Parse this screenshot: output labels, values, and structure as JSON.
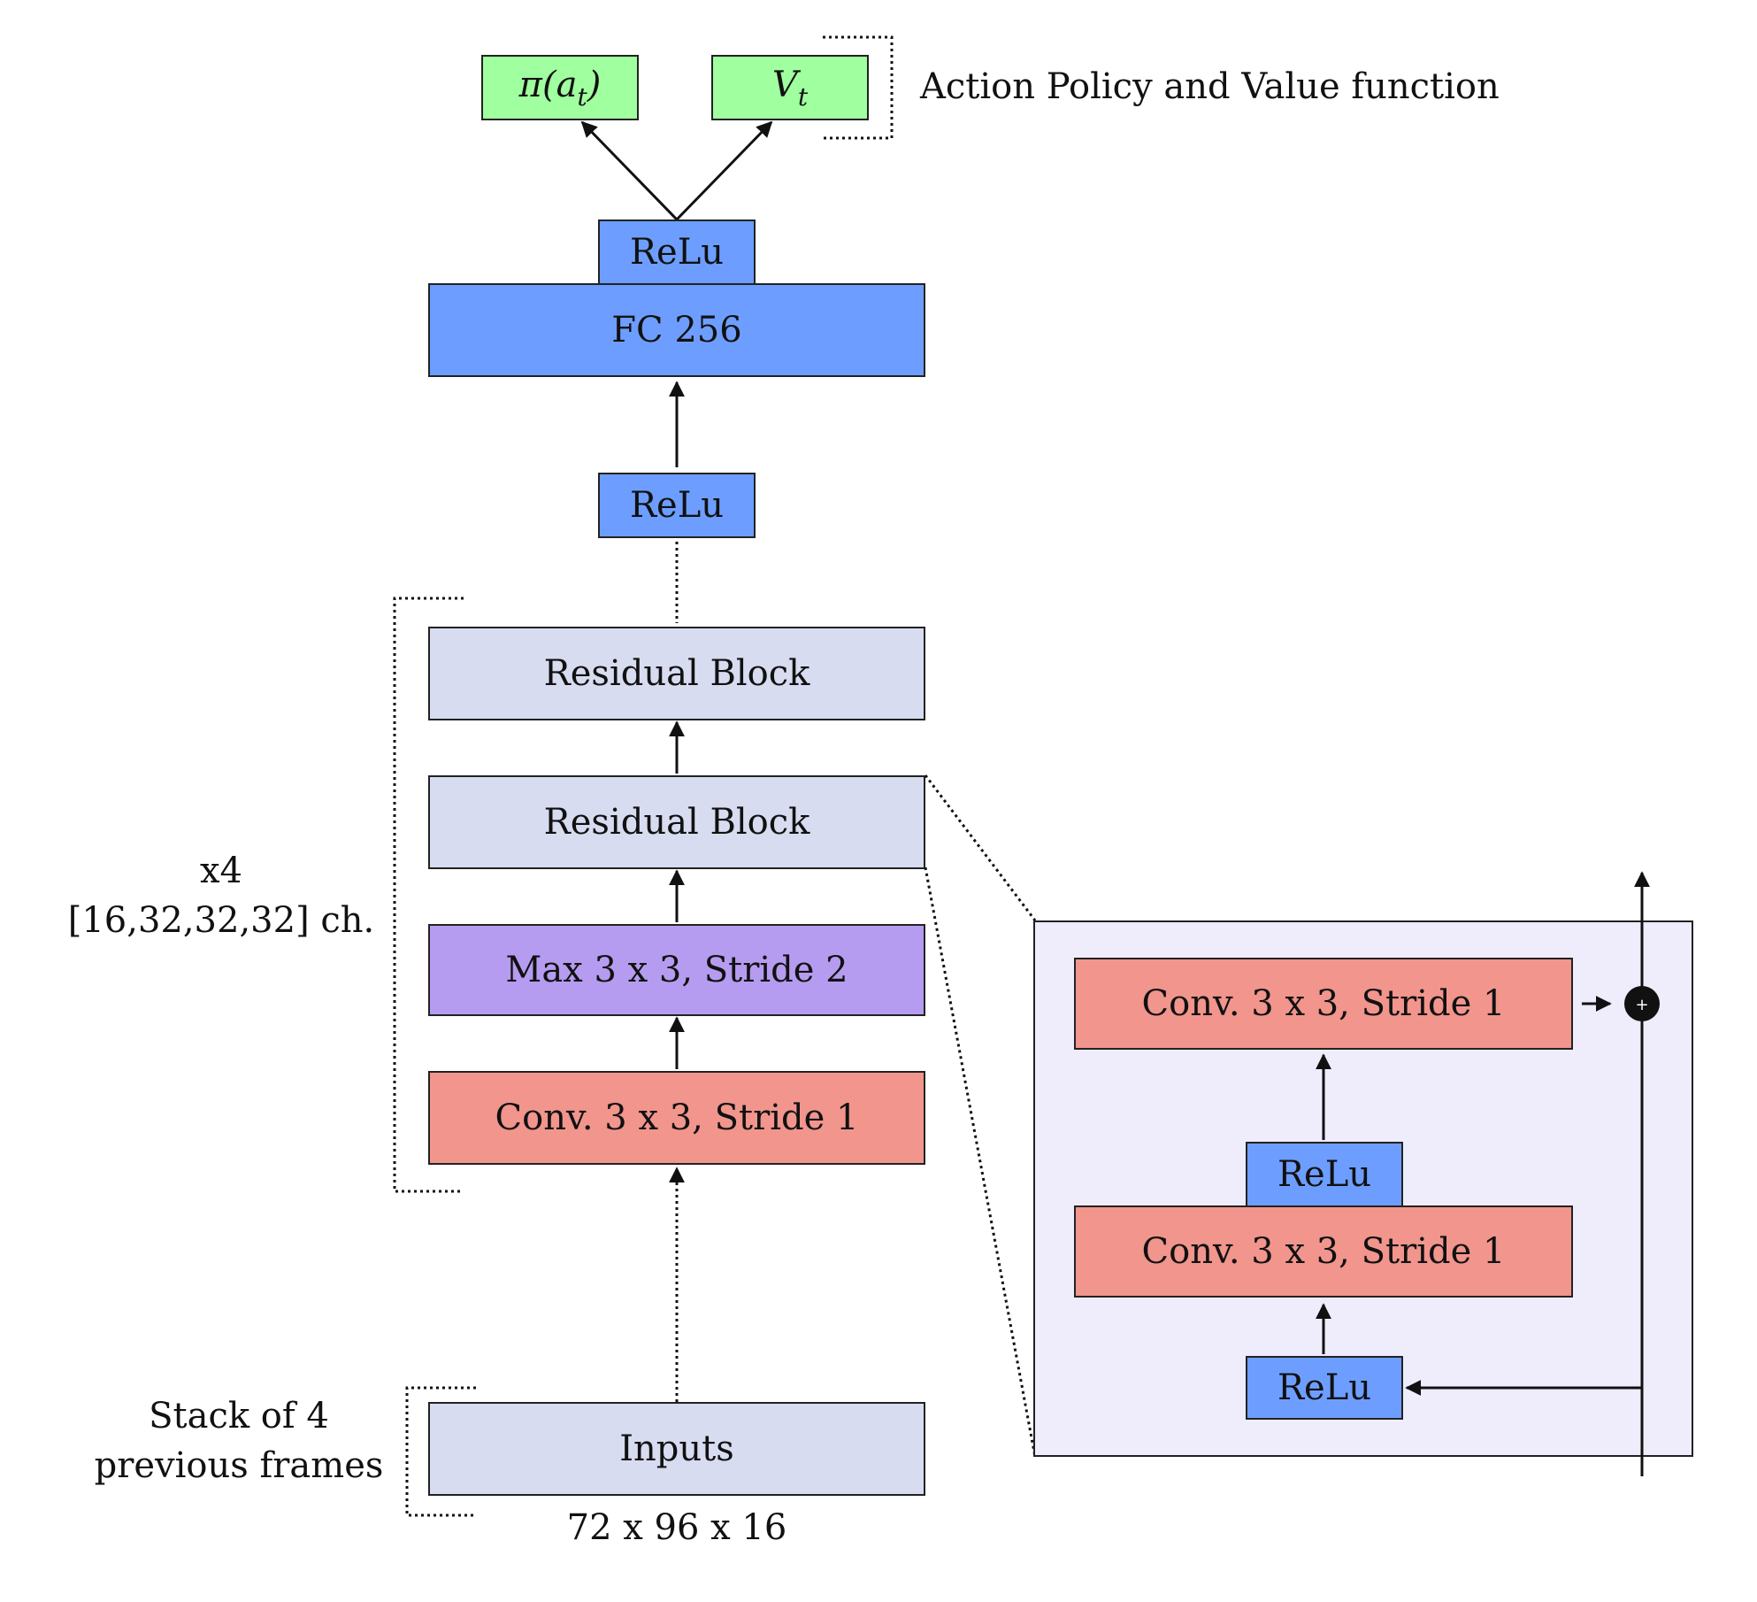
{
  "head": {
    "policy": {
      "symbol": "π",
      "open": "(",
      "var": "a",
      "sub": "t",
      "close": ")"
    },
    "value": {
      "var": "V",
      "sub": "t"
    },
    "caption": "Action Policy and Value function"
  },
  "layers": {
    "relu_top": "ReLu",
    "fc": "FC 256",
    "relu_mid": "ReLu",
    "residual_block_1": "Residual Block",
    "residual_block_2": "Residual Block",
    "maxpool": "Max 3 x 3, Stride 2",
    "conv": "Conv. 3 x 3, Stride 1",
    "inputs": "Inputs"
  },
  "annotations": {
    "repeat_count": "x4",
    "channels": "[16,32,32,32] ch.",
    "inputs_desc_line1": "Stack of 4",
    "inputs_desc_line2": "previous frames",
    "input_shape": "72 x 96 x 16"
  },
  "residual_detail": {
    "conv_top": "Conv. 3 x 3, Stride 1",
    "relu_mid": "ReLu",
    "conv_bottom": "Conv. 3 x 3, Stride 1",
    "relu_bottom": "ReLu",
    "add_symbol": "+"
  },
  "colors": {
    "relu_fc": "#6d9eff",
    "output": "#a0ff9e",
    "residual_inputs": "#d8dcf0",
    "conv": "#f1958d",
    "maxpool": "#b69cf0",
    "detail_panel": "#efecfc"
  }
}
